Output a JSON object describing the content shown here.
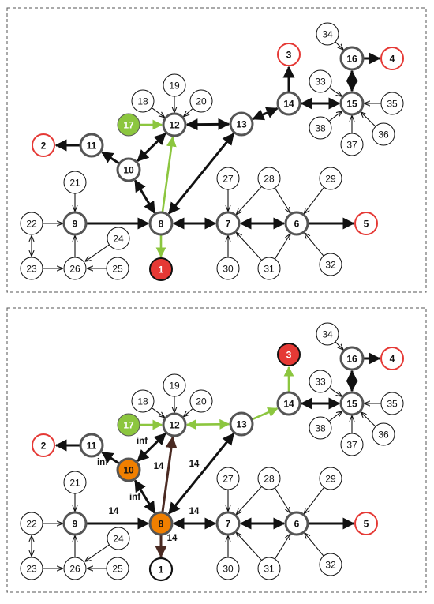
{
  "colors": {
    "black": "#111111",
    "green": "#8cc63f",
    "red": "#e53935",
    "orange": "#f07f00",
    "brown": "#4a2a22",
    "gray": "#555555",
    "white": "#ffffff"
  },
  "panels": [
    {
      "id": "top",
      "nodes": [
        {
          "id": "1",
          "label": "1",
          "style": "red-fill"
        },
        {
          "id": "2",
          "label": "2",
          "style": "red-ring"
        },
        {
          "id": "3",
          "label": "3",
          "style": "red-ring"
        },
        {
          "id": "4",
          "label": "4",
          "style": "red-ring"
        },
        {
          "id": "5",
          "label": "5",
          "style": "red-ring"
        },
        {
          "id": "6",
          "label": "6",
          "style": "thick"
        },
        {
          "id": "7",
          "label": "7",
          "style": "thick"
        },
        {
          "id": "8",
          "label": "8",
          "style": "thick"
        },
        {
          "id": "9",
          "label": "9",
          "style": "thick"
        },
        {
          "id": "10",
          "label": "10",
          "style": "thick"
        },
        {
          "id": "11",
          "label": "11",
          "style": "thick"
        },
        {
          "id": "12",
          "label": "12",
          "style": "thick"
        },
        {
          "id": "13",
          "label": "13",
          "style": "thick"
        },
        {
          "id": "14",
          "label": "14",
          "style": "thick"
        },
        {
          "id": "15",
          "label": "15",
          "style": "thick"
        },
        {
          "id": "16",
          "label": "16",
          "style": "thick"
        },
        {
          "id": "17",
          "label": "17",
          "style": "green-fill"
        },
        {
          "id": "18",
          "label": "18",
          "style": "plain"
        },
        {
          "id": "19",
          "label": "19",
          "style": "plain"
        },
        {
          "id": "20",
          "label": "20",
          "style": "plain"
        },
        {
          "id": "21",
          "label": "21",
          "style": "plain"
        },
        {
          "id": "22",
          "label": "22",
          "style": "plain"
        },
        {
          "id": "23",
          "label": "23",
          "style": "plain"
        },
        {
          "id": "24",
          "label": "24",
          "style": "plain"
        },
        {
          "id": "25",
          "label": "25",
          "style": "plain"
        },
        {
          "id": "26",
          "label": "26",
          "style": "plain"
        },
        {
          "id": "27",
          "label": "27",
          "style": "plain"
        },
        {
          "id": "28",
          "label": "28",
          "style": "plain"
        },
        {
          "id": "29",
          "label": "29",
          "style": "plain"
        },
        {
          "id": "30",
          "label": "30",
          "style": "plain"
        },
        {
          "id": "31",
          "label": "31",
          "style": "plain"
        },
        {
          "id": "32",
          "label": "32",
          "style": "plain"
        },
        {
          "id": "33",
          "label": "33",
          "style": "plain"
        },
        {
          "id": "34",
          "label": "34",
          "style": "plain"
        },
        {
          "id": "35",
          "label": "35",
          "style": "plain"
        },
        {
          "id": "36",
          "label": "36",
          "style": "plain"
        },
        {
          "id": "37",
          "label": "37",
          "style": "plain"
        },
        {
          "id": "38",
          "label": "38",
          "style": "plain"
        }
      ],
      "edges": [
        {
          "from": "18",
          "to": "12",
          "kind": "thin"
        },
        {
          "from": "19",
          "to": "12",
          "kind": "thin"
        },
        {
          "from": "20",
          "to": "12",
          "kind": "thin"
        },
        {
          "from": "17",
          "to": "12",
          "kind": "green"
        },
        {
          "from": "12",
          "to": "13",
          "kind": "bold2"
        },
        {
          "from": "13",
          "to": "14",
          "kind": "bold2"
        },
        {
          "from": "14",
          "to": "3",
          "kind": "bold"
        },
        {
          "from": "14",
          "to": "15",
          "kind": "bold2"
        },
        {
          "from": "15",
          "to": "16",
          "kind": "bold2"
        },
        {
          "from": "16",
          "to": "4",
          "kind": "bold"
        },
        {
          "from": "34",
          "to": "16",
          "kind": "thin"
        },
        {
          "from": "33",
          "to": "15",
          "kind": "thin"
        },
        {
          "from": "35",
          "to": "15",
          "kind": "thin"
        },
        {
          "from": "36",
          "to": "15",
          "kind": "thin"
        },
        {
          "from": "37",
          "to": "15",
          "kind": "thin"
        },
        {
          "from": "38",
          "to": "15",
          "kind": "thin"
        },
        {
          "from": "11",
          "to": "2",
          "kind": "bold"
        },
        {
          "from": "10",
          "to": "11",
          "kind": "bold"
        },
        {
          "from": "10",
          "to": "12",
          "kind": "bold2"
        },
        {
          "from": "10",
          "to": "8",
          "kind": "bold2"
        },
        {
          "from": "8",
          "to": "12",
          "kind": "green"
        },
        {
          "from": "8",
          "to": "13",
          "kind": "bold2"
        },
        {
          "from": "9",
          "to": "8",
          "kind": "bold"
        },
        {
          "from": "8",
          "to": "7",
          "kind": "bold2"
        },
        {
          "from": "8",
          "to": "1",
          "kind": "green"
        },
        {
          "from": "7",
          "to": "6",
          "kind": "bold2"
        },
        {
          "from": "6",
          "to": "5",
          "kind": "bold"
        },
        {
          "from": "27",
          "to": "7",
          "kind": "thin"
        },
        {
          "from": "28",
          "to": "7",
          "kind": "thin"
        },
        {
          "from": "28",
          "to": "6",
          "kind": "thin"
        },
        {
          "from": "29",
          "to": "6",
          "kind": "thin"
        },
        {
          "from": "30",
          "to": "7",
          "kind": "thin"
        },
        {
          "from": "31",
          "to": "7",
          "kind": "thin"
        },
        {
          "from": "31",
          "to": "6",
          "kind": "thin"
        },
        {
          "from": "32",
          "to": "6",
          "kind": "thin"
        },
        {
          "from": "21",
          "to": "9",
          "kind": "thin"
        },
        {
          "from": "22",
          "to": "9",
          "kind": "thin"
        },
        {
          "from": "22",
          "to": "23",
          "kind": "thin2"
        },
        {
          "from": "23",
          "to": "26",
          "kind": "thin"
        },
        {
          "from": "24",
          "to": "26",
          "kind": "thin"
        },
        {
          "from": "25",
          "to": "26",
          "kind": "thin"
        },
        {
          "from": "26",
          "to": "9",
          "kind": "thin"
        }
      ],
      "edge_labels": []
    },
    {
      "id": "bottom",
      "nodes": [
        {
          "id": "1",
          "label": "1",
          "style": "black-ring"
        },
        {
          "id": "2",
          "label": "2",
          "style": "red-ring"
        },
        {
          "id": "3",
          "label": "3",
          "style": "red-fill"
        },
        {
          "id": "4",
          "label": "4",
          "style": "red-ring"
        },
        {
          "id": "5",
          "label": "5",
          "style": "red-ring"
        },
        {
          "id": "6",
          "label": "6",
          "style": "thick"
        },
        {
          "id": "7",
          "label": "7",
          "style": "thick"
        },
        {
          "id": "8",
          "label": "8",
          "style": "orange-fill"
        },
        {
          "id": "9",
          "label": "9",
          "style": "thick"
        },
        {
          "id": "10",
          "label": "10",
          "style": "orange-fill"
        },
        {
          "id": "11",
          "label": "11",
          "style": "thick"
        },
        {
          "id": "12",
          "label": "12",
          "style": "thick"
        },
        {
          "id": "13",
          "label": "13",
          "style": "thick"
        },
        {
          "id": "14",
          "label": "14",
          "style": "thick"
        },
        {
          "id": "15",
          "label": "15",
          "style": "thick"
        },
        {
          "id": "16",
          "label": "16",
          "style": "thick"
        },
        {
          "id": "17",
          "label": "17",
          "style": "green-fill"
        },
        {
          "id": "18",
          "label": "18",
          "style": "plain"
        },
        {
          "id": "19",
          "label": "19",
          "style": "plain"
        },
        {
          "id": "20",
          "label": "20",
          "style": "plain"
        },
        {
          "id": "21",
          "label": "21",
          "style": "plain"
        },
        {
          "id": "22",
          "label": "22",
          "style": "plain"
        },
        {
          "id": "23",
          "label": "23",
          "style": "plain"
        },
        {
          "id": "24",
          "label": "24",
          "style": "plain"
        },
        {
          "id": "25",
          "label": "25",
          "style": "plain"
        },
        {
          "id": "26",
          "label": "26",
          "style": "plain"
        },
        {
          "id": "27",
          "label": "27",
          "style": "plain"
        },
        {
          "id": "28",
          "label": "28",
          "style": "plain"
        },
        {
          "id": "29",
          "label": "29",
          "style": "plain"
        },
        {
          "id": "30",
          "label": "30",
          "style": "plain"
        },
        {
          "id": "31",
          "label": "31",
          "style": "plain"
        },
        {
          "id": "32",
          "label": "32",
          "style": "plain"
        },
        {
          "id": "33",
          "label": "33",
          "style": "plain"
        },
        {
          "id": "34",
          "label": "34",
          "style": "plain"
        },
        {
          "id": "35",
          "label": "35",
          "style": "plain"
        },
        {
          "id": "36",
          "label": "36",
          "style": "plain"
        },
        {
          "id": "37",
          "label": "37",
          "style": "plain"
        },
        {
          "id": "38",
          "label": "38",
          "style": "plain"
        }
      ],
      "edges": [
        {
          "from": "18",
          "to": "12",
          "kind": "thin"
        },
        {
          "from": "19",
          "to": "12",
          "kind": "thin"
        },
        {
          "from": "20",
          "to": "12",
          "kind": "thin"
        },
        {
          "from": "17",
          "to": "12",
          "kind": "green"
        },
        {
          "from": "12",
          "to": "13",
          "kind": "green2"
        },
        {
          "from": "13",
          "to": "14",
          "kind": "green"
        },
        {
          "from": "14",
          "to": "3",
          "kind": "green"
        },
        {
          "from": "14",
          "to": "15",
          "kind": "bold2"
        },
        {
          "from": "15",
          "to": "16",
          "kind": "bold2"
        },
        {
          "from": "16",
          "to": "4",
          "kind": "bold"
        },
        {
          "from": "34",
          "to": "16",
          "kind": "thin"
        },
        {
          "from": "33",
          "to": "15",
          "kind": "thin"
        },
        {
          "from": "35",
          "to": "15",
          "kind": "thin"
        },
        {
          "from": "36",
          "to": "15",
          "kind": "thin"
        },
        {
          "from": "37",
          "to": "15",
          "kind": "thin"
        },
        {
          "from": "38",
          "to": "15",
          "kind": "thin"
        },
        {
          "from": "11",
          "to": "2",
          "kind": "bold"
        },
        {
          "from": "10",
          "to": "11",
          "kind": "bold"
        },
        {
          "from": "10",
          "to": "12",
          "kind": "bold2"
        },
        {
          "from": "10",
          "to": "8",
          "kind": "bold2"
        },
        {
          "from": "8",
          "to": "12",
          "kind": "brown"
        },
        {
          "from": "8",
          "to": "13",
          "kind": "bold2"
        },
        {
          "from": "9",
          "to": "8",
          "kind": "bold"
        },
        {
          "from": "8",
          "to": "7",
          "kind": "bold2"
        },
        {
          "from": "8",
          "to": "1",
          "kind": "brown"
        },
        {
          "from": "7",
          "to": "6",
          "kind": "bold2"
        },
        {
          "from": "6",
          "to": "5",
          "kind": "bold"
        },
        {
          "from": "27",
          "to": "7",
          "kind": "thin"
        },
        {
          "from": "28",
          "to": "7",
          "kind": "thin"
        },
        {
          "from": "28",
          "to": "6",
          "kind": "thin"
        },
        {
          "from": "29",
          "to": "6",
          "kind": "thin"
        },
        {
          "from": "30",
          "to": "7",
          "kind": "thin"
        },
        {
          "from": "31",
          "to": "7",
          "kind": "thin"
        },
        {
          "from": "31",
          "to": "6",
          "kind": "thin"
        },
        {
          "from": "32",
          "to": "6",
          "kind": "thin"
        },
        {
          "from": "21",
          "to": "9",
          "kind": "thin"
        },
        {
          "from": "22",
          "to": "9",
          "kind": "thin"
        },
        {
          "from": "22",
          "to": "23",
          "kind": "thin2"
        },
        {
          "from": "23",
          "to": "26",
          "kind": "thin"
        },
        {
          "from": "24",
          "to": "26",
          "kind": "thin"
        },
        {
          "from": "25",
          "to": "26",
          "kind": "thin"
        },
        {
          "from": "26",
          "to": "9",
          "kind": "thin"
        }
      ],
      "edge_labels": [
        {
          "edge": "10-12",
          "text": "inf"
        },
        {
          "edge": "10-11",
          "text": "inf"
        },
        {
          "edge": "10-8",
          "text": "inf"
        },
        {
          "edge": "8-12",
          "text": "14"
        },
        {
          "edge": "8-13",
          "text": "14"
        },
        {
          "edge": "9-8",
          "text": "14"
        },
        {
          "edge": "8-7",
          "text": "14"
        },
        {
          "edge": "8-1",
          "text": "14"
        }
      ]
    }
  ]
}
